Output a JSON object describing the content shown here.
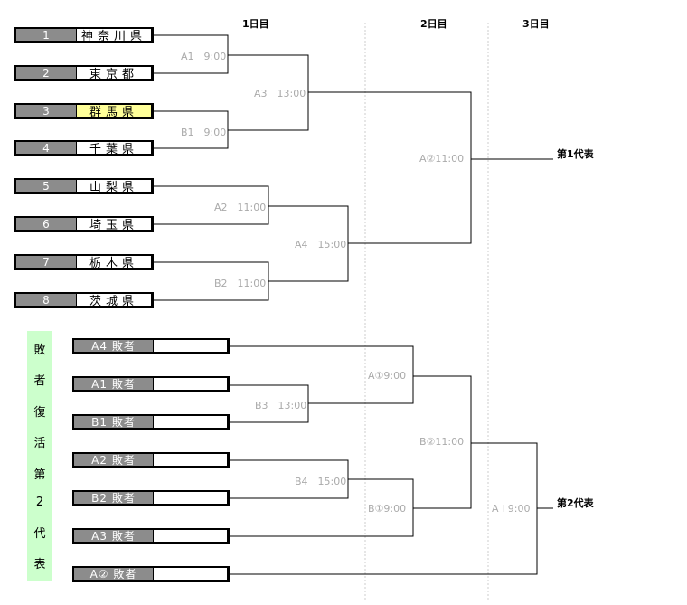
{
  "days": [
    "1日目",
    "2日目",
    "3日目"
  ],
  "teams": [
    {
      "num": "1",
      "name": "神奈川県",
      "highlight": false
    },
    {
      "num": "2",
      "name": "東京都",
      "highlight": false
    },
    {
      "num": "3",
      "name": "群馬県",
      "highlight": true
    },
    {
      "num": "4",
      "name": "千葉県",
      "highlight": false
    },
    {
      "num": "5",
      "name": "山梨県",
      "highlight": false
    },
    {
      "num": "6",
      "name": "埼玉県",
      "highlight": false
    },
    {
      "num": "7",
      "name": "栃木県",
      "highlight": false
    },
    {
      "num": "8",
      "name": "茨城県",
      "highlight": false
    }
  ],
  "losers": [
    "A4 敗者",
    "A1 敗者",
    "B1 敗者",
    "A2 敗者",
    "B2 敗者",
    "A3 敗者",
    "A② 敗者"
  ],
  "matches": {
    "a1": "A1　9:00",
    "b1": "B1　9:00",
    "a2": "A2　11:00",
    "b2": "B2　11:00",
    "a3": "A3　13:00",
    "a4": "A4　15:00",
    "a2nd": "A②11:00",
    "a1st": "A①9:00",
    "b3": "B3　13:00",
    "b4": "B4　15:00",
    "b2nd": "B②11:00",
    "b1st": "B①9:00",
    "ai": "A I 9:00"
  },
  "representatives": [
    "第1代表",
    "第2代表"
  ],
  "repechage_title": [
    "敗",
    "者",
    "復",
    "活",
    "第",
    "2",
    "代",
    "表"
  ]
}
